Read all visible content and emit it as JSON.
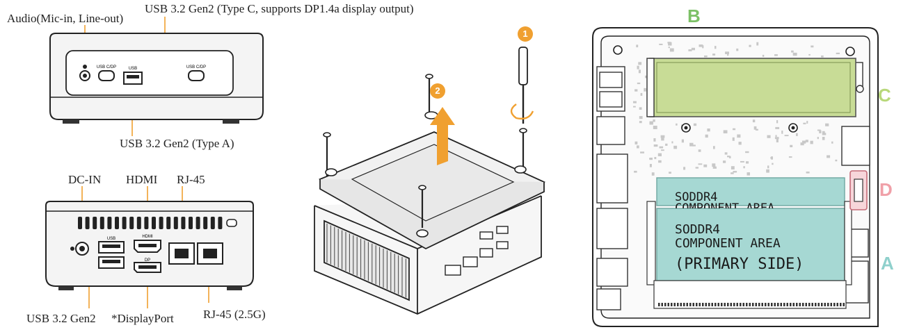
{
  "front": {
    "audio_label": "Audio(Mic-in, Line-out)",
    "usbc_label": "USB 3.2 Gen2 (Type C, supports DP1.4a display output)",
    "usba_label": "USB 3.2 Gen2 (Type A)"
  },
  "rear": {
    "dcin_label": "DC-IN",
    "hdmi_label": "HDMI",
    "rj45_label": "RJ-45",
    "usb_label": "USB 3.2 Gen2",
    "dp_label": "*DisplayPort",
    "rj45_25g_label": "RJ-45 (2.5G)"
  },
  "steps": {
    "step1": "1",
    "step2": "2"
  },
  "board": {
    "letter_a": "A",
    "letter_b": "B",
    "letter_c": "C",
    "letter_d": "D",
    "ram_line1": "SODDR4",
    "ram_line2": "COMPONENT  AREA",
    "ram_line3": "(PRIMARY  SIDE)",
    "ram_back_line1": "SODDR4",
    "ram_back_line2": "COMPONENT  AREA"
  },
  "colors": {
    "accent_orange": "#f0a030",
    "letter_green": "#7cc066",
    "letter_c_green": "#b8d87a",
    "letter_pink": "#f0a0a8",
    "letter_teal": "#8fd0cc",
    "ram_fill": "#a6d8d3",
    "m2_fill": "#c8dc96"
  }
}
